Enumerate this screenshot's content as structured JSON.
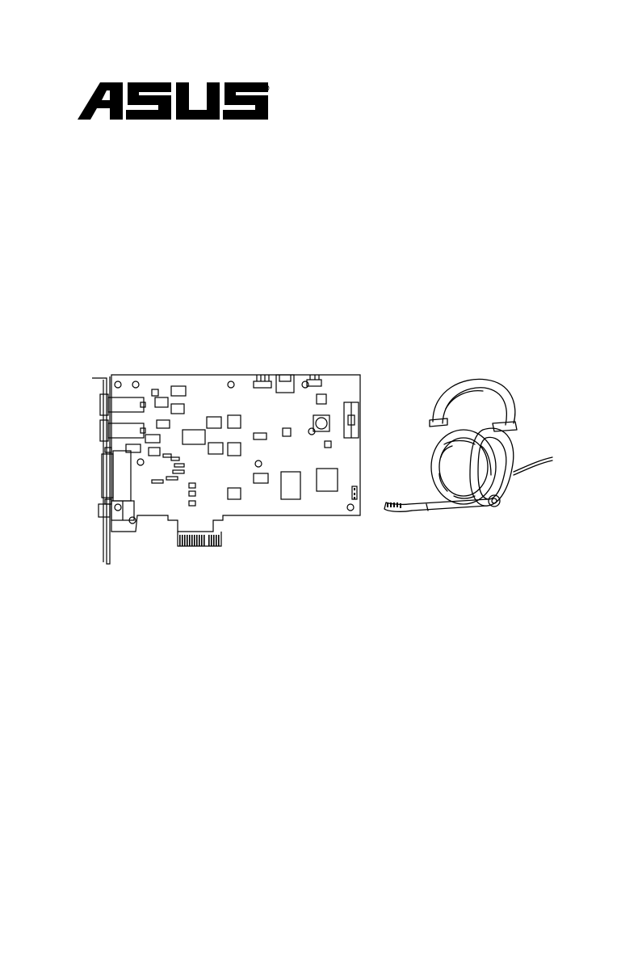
{
  "brand": {
    "logo": "ASUS",
    "registered_mark": "R"
  },
  "illustrations": {
    "sound_card": "sound-card-illustration",
    "headset": "headset-illustration"
  },
  "colors": {
    "ink": "#000000",
    "background": "#ffffff"
  }
}
